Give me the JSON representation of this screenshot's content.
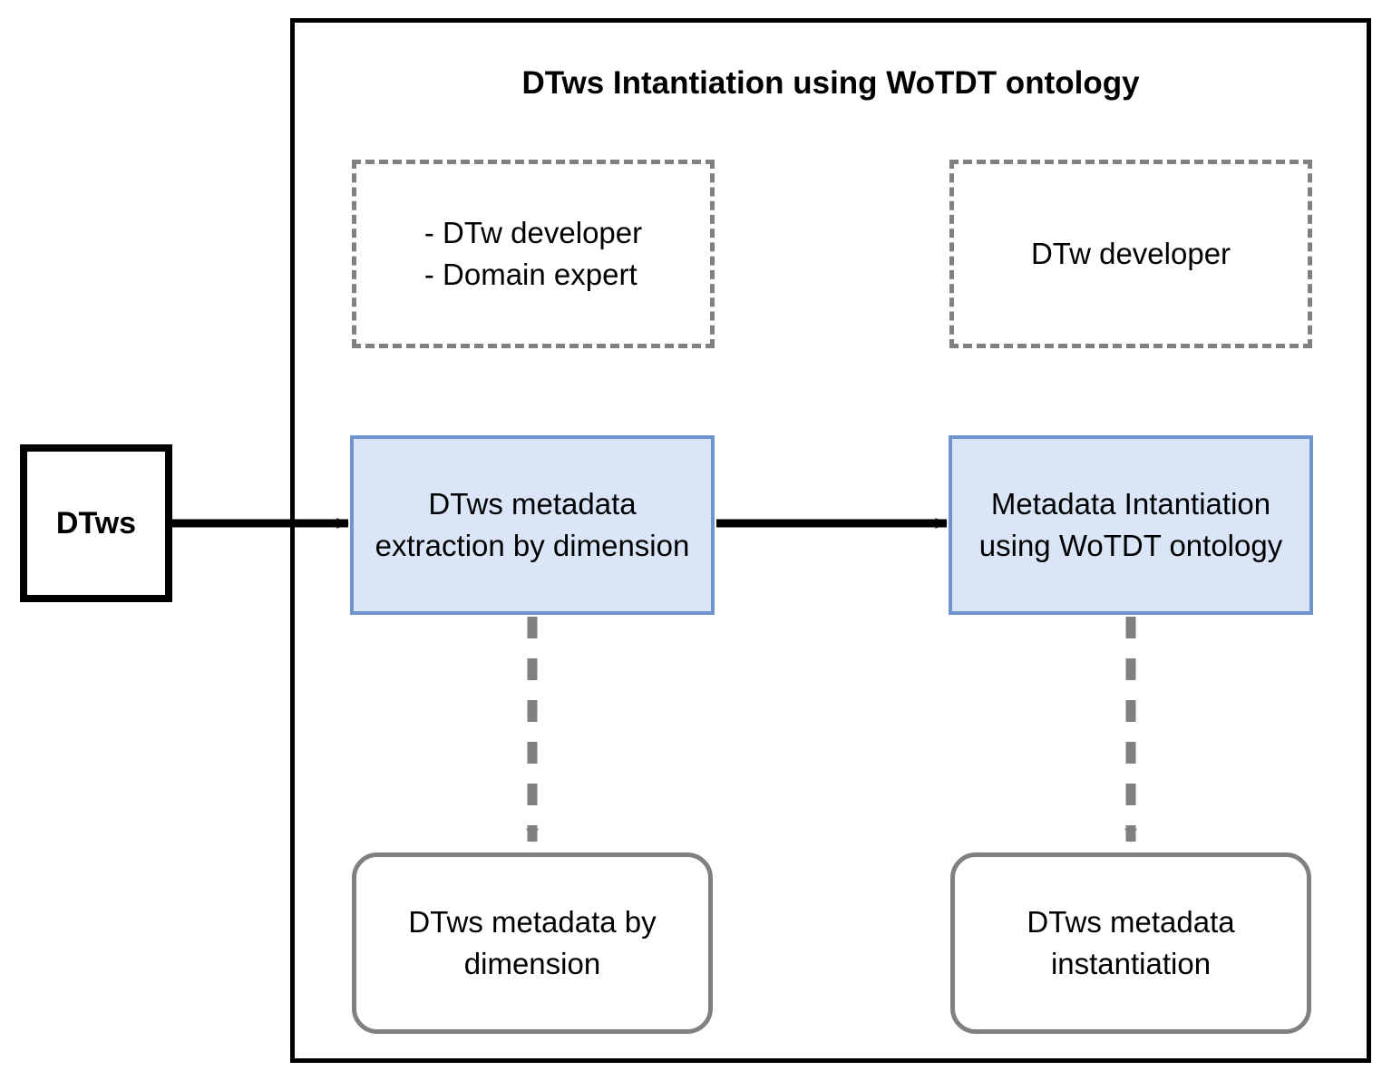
{
  "diagram": {
    "title": "DTws Intantiation using WoTDT ontology",
    "colors": {
      "process_fill": "#dae5f8",
      "process_border": "#7094cd",
      "dashed_border": "#808080",
      "rounded_border": "#808080",
      "arrow_solid": "#000000",
      "arrow_dashed": "#808080",
      "container_border": "#000000"
    },
    "input": {
      "label": "DTws"
    },
    "actors": [
      {
        "name": "actor-box-left",
        "lines": [
          "- DTw developer",
          "- Domain expert"
        ]
      },
      {
        "name": "actor-box-right",
        "lines": [
          "DTw developer"
        ]
      }
    ],
    "processes": [
      {
        "name": "process-box-extraction",
        "label": "DTws metadata extraction by dimension"
      },
      {
        "name": "process-box-instantiation",
        "label": "Metadata Intantiation using WoTDT ontology"
      }
    ],
    "outputs": [
      {
        "name": "output-box-dimension",
        "label": "DTws metadata by dimension"
      },
      {
        "name": "output-box-instantiation",
        "label": "DTws metadata instantiation"
      }
    ],
    "connectors": [
      {
        "name": "arrow-dtws-to-extraction",
        "style": "solid",
        "direction": "right"
      },
      {
        "name": "arrow-extraction-to-instantiation",
        "style": "solid",
        "direction": "right"
      },
      {
        "name": "arrow-extraction-to-output",
        "style": "dashed",
        "direction": "down"
      },
      {
        "name": "arrow-instantiation-to-output",
        "style": "dashed",
        "direction": "down"
      }
    ]
  }
}
